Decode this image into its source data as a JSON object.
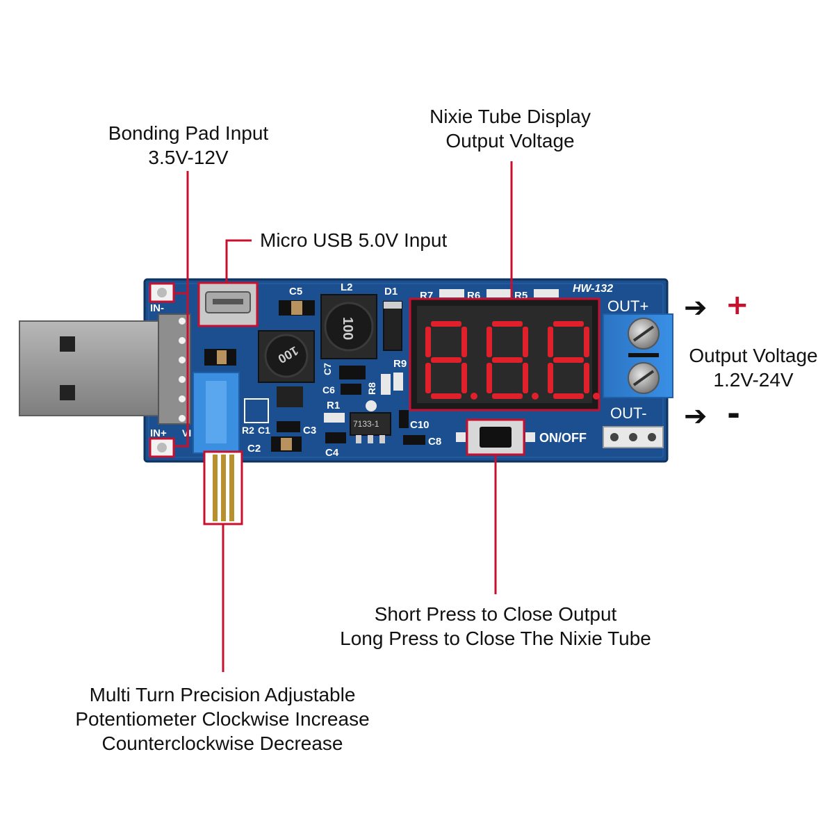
{
  "board": {
    "model": "HW-132",
    "display_digits": "8.8.8.",
    "silkscreen": {
      "in_minus": "IN-",
      "in_plus": "IN+",
      "out_plus": "OUT+",
      "out_minus": "OUT-",
      "on_off": "ON/OFF",
      "c5": "C5",
      "l2": "L2",
      "d1": "D1",
      "r7": "R7",
      "r6": "R6",
      "r5": "R5",
      "r9": "R9",
      "r8": "R8",
      "r1": "R1",
      "r2": "R2",
      "c1": "C1",
      "c2": "C2",
      "c3": "C3",
      "c4": "C4",
      "c6": "C6",
      "c7": "C7",
      "c8": "C8",
      "c10": "C10",
      "vi": "VI",
      "inductor_large": "100",
      "inductor_small": "100",
      "ic": "7133-1"
    }
  },
  "callouts": {
    "bonding_pad": [
      "Bonding Pad Input",
      "3.5V-12V"
    ],
    "micro_usb": "Micro USB 5.0V Input",
    "nixie_display": [
      "Nixie Tube Display",
      "Output Voltage"
    ],
    "output_voltage": [
      "Output Voltage",
      "1.2V-24V"
    ],
    "button": [
      "Short Press to Close Output",
      "Long Press to Close The Nixie Tube"
    ],
    "potentiometer": [
      "Multi Turn Precision Adjustable",
      "Potentiometer Clockwise Increase",
      "Counterclockwise Decrease"
    ]
  },
  "polarity": {
    "plus": "+",
    "minus": "-",
    "arrow": "➔"
  },
  "colors": {
    "pcb": "#1b4f8f",
    "pcb_dark": "#123d73",
    "leader": "#c8102e",
    "terminal": "#2f7fd0",
    "pot": "#3a8fe0",
    "display_red": "#e0202a",
    "usb_metal": "#9a9a9a"
  }
}
